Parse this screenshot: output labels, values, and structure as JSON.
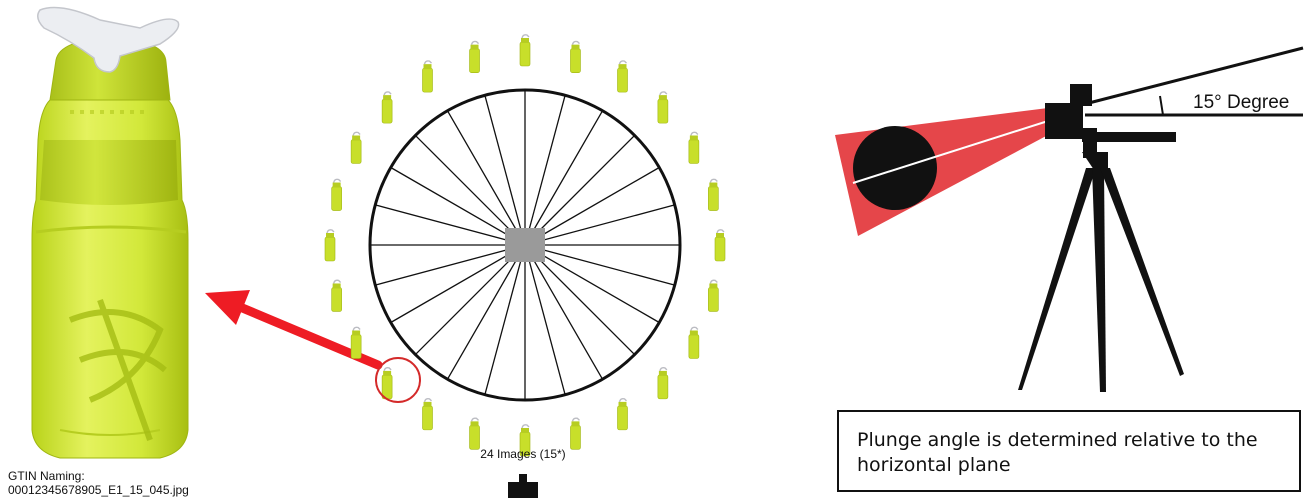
{
  "product": {
    "gtin_label": "GTIN Naming:",
    "gtin_filename": "00012345678905_E1_15_045.jpg"
  },
  "rotation": {
    "images_label": "24 Images (15*)",
    "image_count": 24,
    "angle_step_degrees": 15
  },
  "camera": {
    "angle_label": "15° Degree",
    "note": "Plunge angle is determined relative to the horizontal plane"
  },
  "colors": {
    "bottle_green": "#c8df2a",
    "bottle_lid": "#e9eaee",
    "arrow_red": "#ee1c24",
    "view_cone": "#e5464a",
    "stage_gray": "#9a9a9a"
  }
}
